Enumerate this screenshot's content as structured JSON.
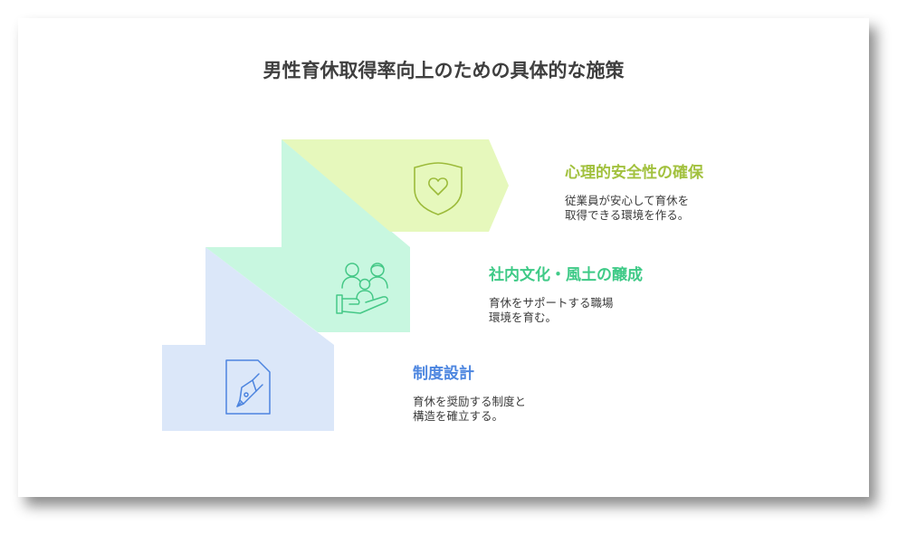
{
  "title": "男性育休取得率向上のための具体的な施策",
  "steps": [
    {
      "heading": "心理的安全性の確保",
      "description": "従業員が安心して育休を\n取得できる環境を作る。",
      "icon": "shield-heart-icon",
      "color": "#a2c13e"
    },
    {
      "heading": "社内文化・風土の醸成",
      "description": "育休をサポートする職場\n環境を育む。",
      "icon": "people-hand-icon",
      "color": "#3fca87"
    },
    {
      "heading": "制度設計",
      "description": "育休を奨励する制度と\n構造を確立する。",
      "icon": "pen-document-icon",
      "color": "#4d86e0"
    }
  ],
  "colors": {
    "top_fill": "#e6f8bc",
    "mid_fill": "#c8f7e0",
    "bottom_fill": "#dbe7f9"
  }
}
